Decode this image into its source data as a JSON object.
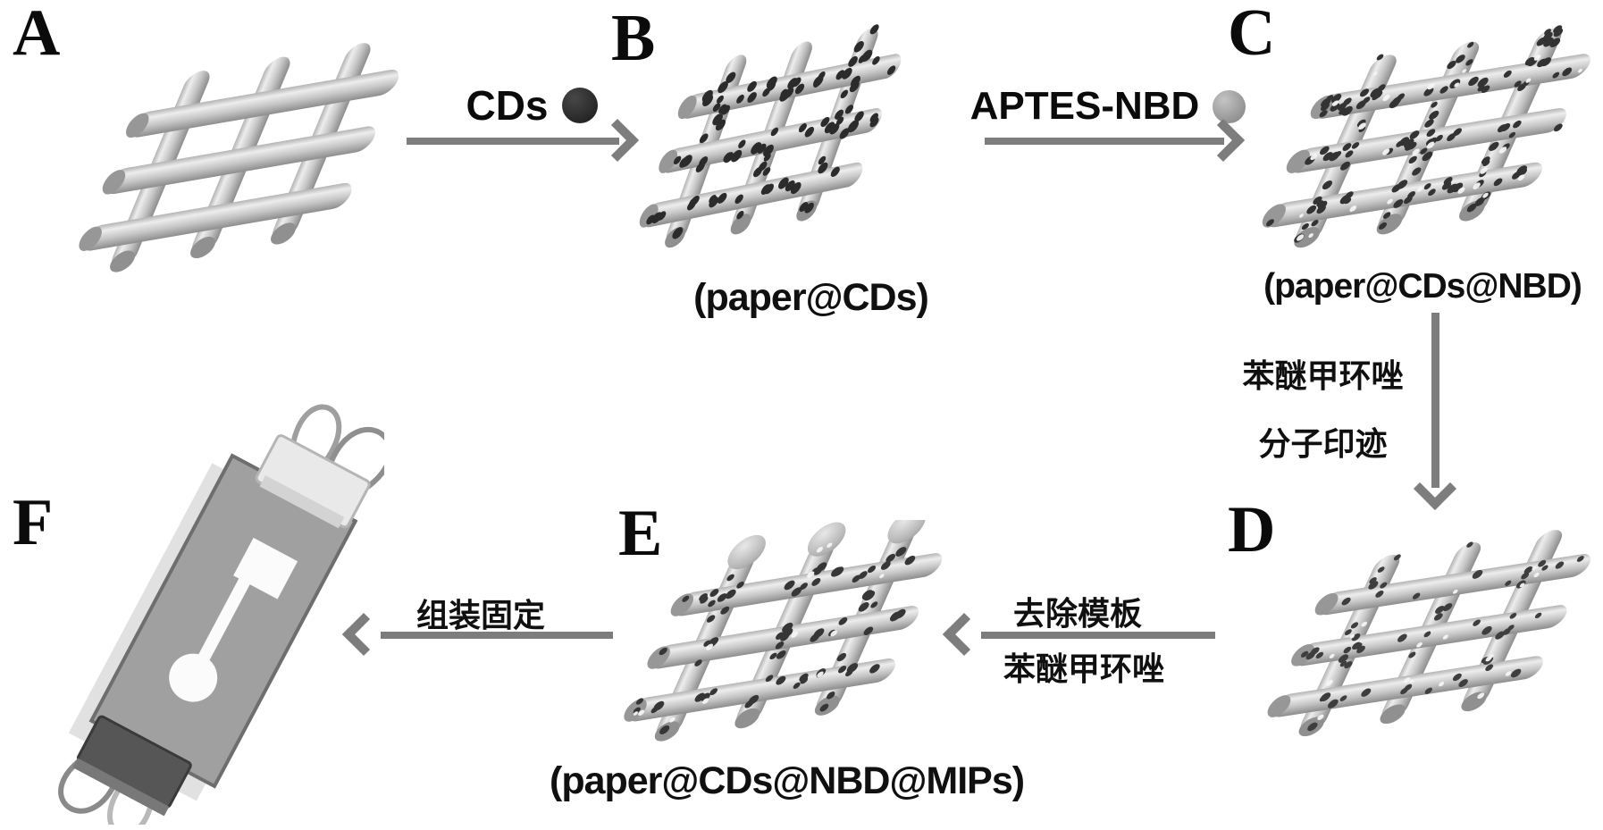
{
  "figure": {
    "title_visible": false,
    "panels": {
      "a": {
        "label": "A"
      },
      "b": {
        "label": "B",
        "caption": "(paper@CDs)"
      },
      "c": {
        "label": "C",
        "caption": "(paper@CDs@NBD)"
      },
      "d": {
        "label": "D"
      },
      "e": {
        "label": "E",
        "caption": "(paper@CDs@NBD@MIPs)"
      },
      "f": {
        "label": "F"
      }
    },
    "arrows": {
      "a_to_b": {
        "label": "CDs",
        "marker": "cds-dot",
        "direction": "right"
      },
      "b_to_c": {
        "label": "APTES-NBD",
        "marker": "nbd-dot",
        "direction": "right"
      },
      "c_to_d": {
        "line1": "苯醚甲环唑",
        "line2": "分子印迹",
        "direction": "down"
      },
      "d_to_e": {
        "top": "去除模板",
        "bottom": "苯醚甲环唑",
        "direction": "left"
      },
      "e_to_f": {
        "label": "组装固定",
        "direction": "left"
      }
    },
    "icons": {
      "cds_marker": "filled-dark-circle",
      "nbd_marker": "filled-gray-circle",
      "mesh": "woven-fiber-grid",
      "device": "paper-strip-with-binder-clips"
    },
    "colors": {
      "background": "#ffffff",
      "arrow": "#7d7d7d",
      "cds_dot": "#262626",
      "nbd_dot": "#8e8e8e",
      "mesh_gray": "#c6c6c6",
      "text": "#101010"
    }
  }
}
